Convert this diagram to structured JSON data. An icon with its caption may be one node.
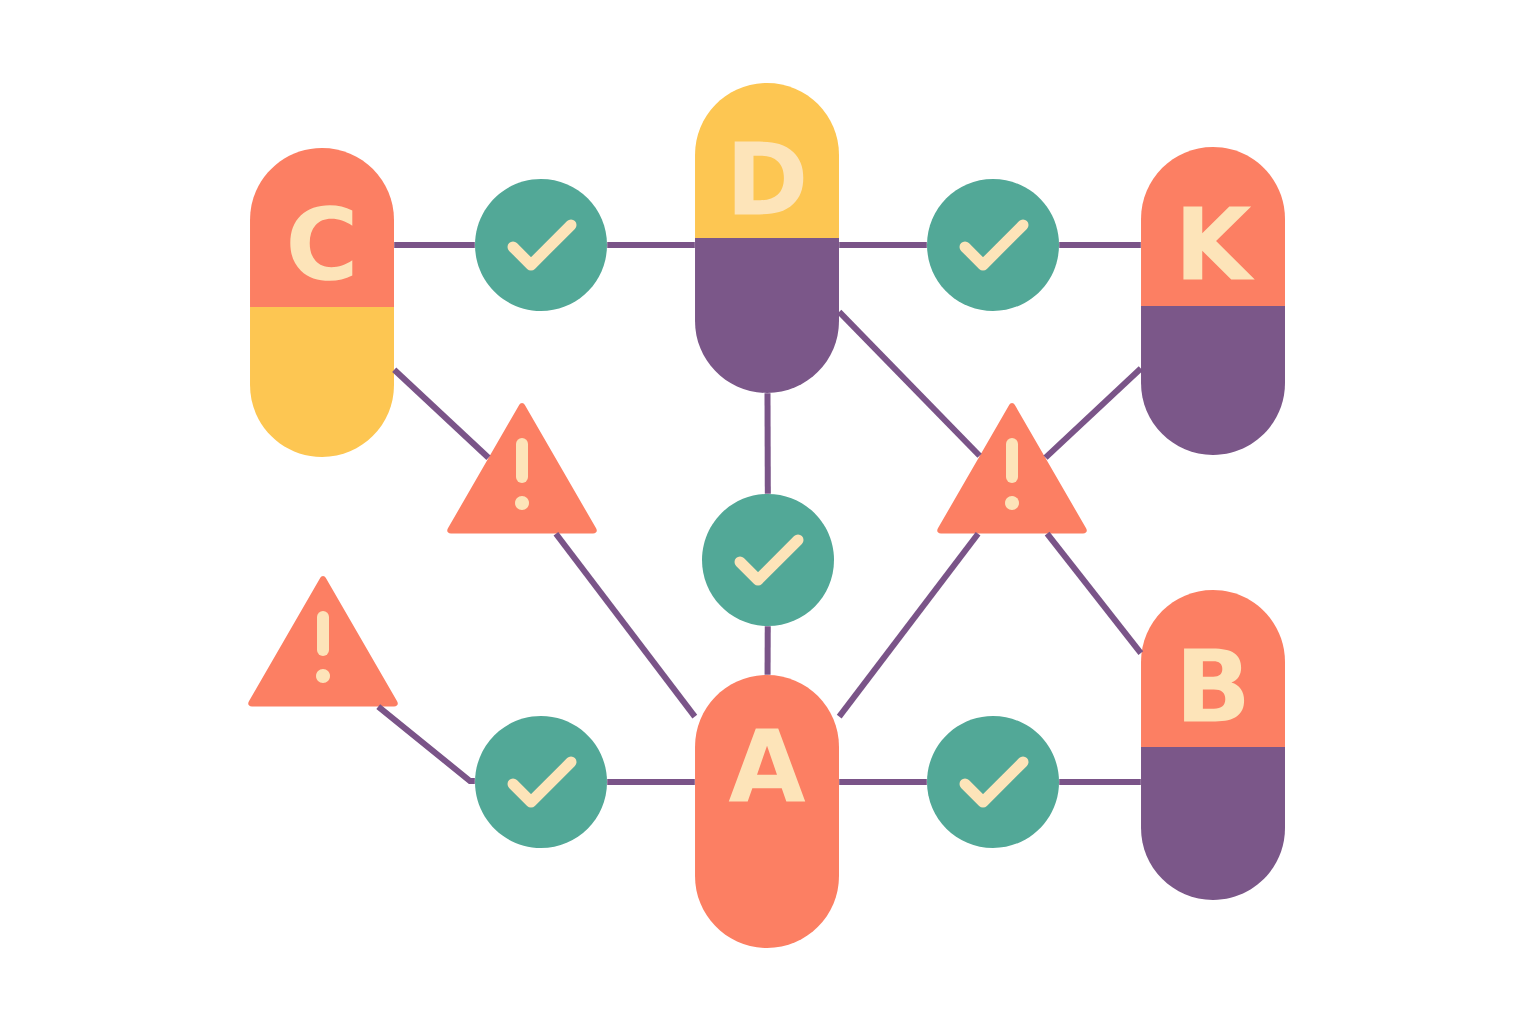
{
  "diagram": {
    "nodes": [
      {
        "text": [
          "C"
        ]
      },
      {
        "text": [],
        "shape": "circle"
      },
      {
        "text": [
          "D"
        ]
      },
      {
        "text": [],
        "shape": "circle"
      },
      {
        "text": [
          "K"
        ]
      },
      {
        "text": [],
        "shape": "triangle"
      },
      {
        "text": [],
        "shape": "triangle"
      },
      {
        "text": [],
        "shape": "circle"
      },
      {
        "text": [],
        "shape": "triangle"
      },
      {
        "text": [
          "B"
        ]
      },
      {
        "text": [],
        "shape": "circle"
      },
      {
        "text": [
          "A"
        ]
      },
      {
        "text": [],
        "shape": "circle"
      }
    ],
    "edges": [
      {
        "from": 0,
        "to": 1,
        "arrow": "none"
      },
      {
        "from": 1,
        "to": 2,
        "arrow": "none"
      },
      {
        "from": 2,
        "to": 3,
        "arrow": "none"
      },
      {
        "from": 3,
        "to": 4,
        "arrow": "none"
      },
      {
        "from": 0,
        "to": 5,
        "arrow": "none"
      },
      {
        "from": 5,
        "to": 11,
        "arrow": "none"
      },
      {
        "from": 2,
        "to": 7,
        "arrow": "none"
      },
      {
        "from": 7,
        "to": 11,
        "arrow": "none"
      },
      {
        "from": 2,
        "to": 6,
        "arrow": "none"
      },
      {
        "from": 6,
        "to": 9,
        "arrow": "none"
      },
      {
        "from": 4,
        "to": 6,
        "arrow": "none"
      },
      {
        "from": 6,
        "to": 11,
        "arrow": "none"
      },
      {
        "from": 8,
        "to": 10,
        "arrow": "none"
      },
      {
        "from": 10,
        "to": 11,
        "arrow": "none"
      },
      {
        "from": 11,
        "to": 12,
        "arrow": "none"
      },
      {
        "from": 12,
        "to": 9,
        "arrow": "none"
      }
    ]
  }
}
